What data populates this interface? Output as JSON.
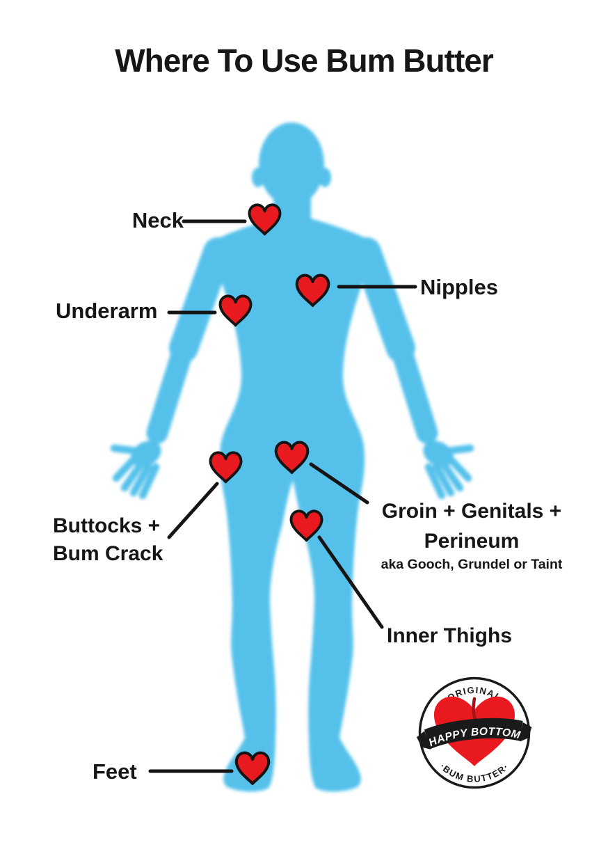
{
  "title": "Where To Use Bum Butter",
  "colors": {
    "body_blue": "#55c1eb",
    "heart_red": "#e8191f",
    "heart_outline": "#141414",
    "line_black": "#141414",
    "badge_banner_black": "#1a1a1a"
  },
  "labels": {
    "neck": "Neck",
    "nipples": "Nipples",
    "underarm": "Underarm",
    "buttocks_line1": "Buttocks +",
    "buttocks_line2": "Bum Crack",
    "groin_line1": "Groin + Genitals +",
    "groin_line2": "Perineum",
    "groin_subtitle": "aka Gooch, Grundel or Taint",
    "inner_thighs": "Inner Thighs",
    "feet": "Feet"
  },
  "markers": [
    "neck",
    "nipples",
    "underarm",
    "buttocks",
    "groin",
    "perineum",
    "feet"
  ],
  "badge": {
    "arc_top": "·ORIGINAL·",
    "banner": "HAPPY BOTTOM",
    "arc_bottom": "·BUM BUTTER·"
  }
}
